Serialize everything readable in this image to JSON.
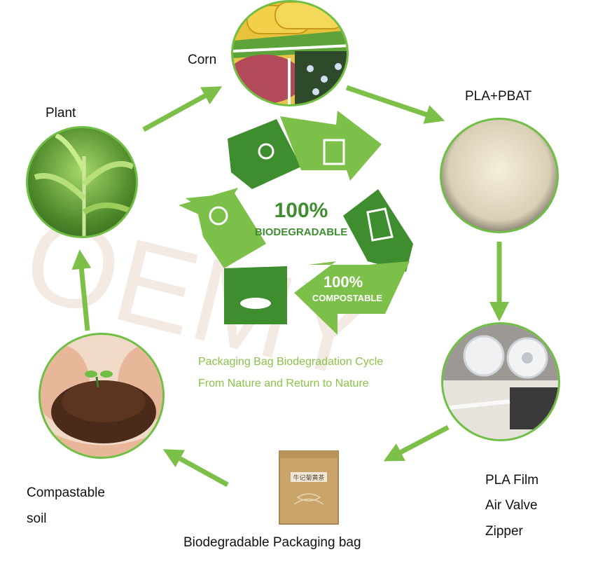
{
  "watermark": "OEMY",
  "center": {
    "line1": "100%",
    "line2": "BIODEGRADABLE",
    "line3": "100%",
    "line4": "COMPOSTABLE"
  },
  "caption": {
    "line1": "Packaging Bag Biodegradation Cycle",
    "line2": "From Nature and Return to Nature"
  },
  "nodes": {
    "plant": "Plant",
    "corn": "Corn",
    "pla_pbat": "PLA+PBAT",
    "film_line1": "PLA Film",
    "film_line2": "Air Valve",
    "film_line3": "Zipper",
    "bag": "Biodegradable Packaging bag",
    "soil_line1": "Compastable",
    "soil_line2": "soil"
  },
  "bag_print": "牛记菊黄茶",
  "colors": {
    "green_dark": "#3e8e2f",
    "green_light": "#7cc04a",
    "arrow": "#7cc04a",
    "border": "#6fbf45",
    "caption": "#8bc34a"
  }
}
